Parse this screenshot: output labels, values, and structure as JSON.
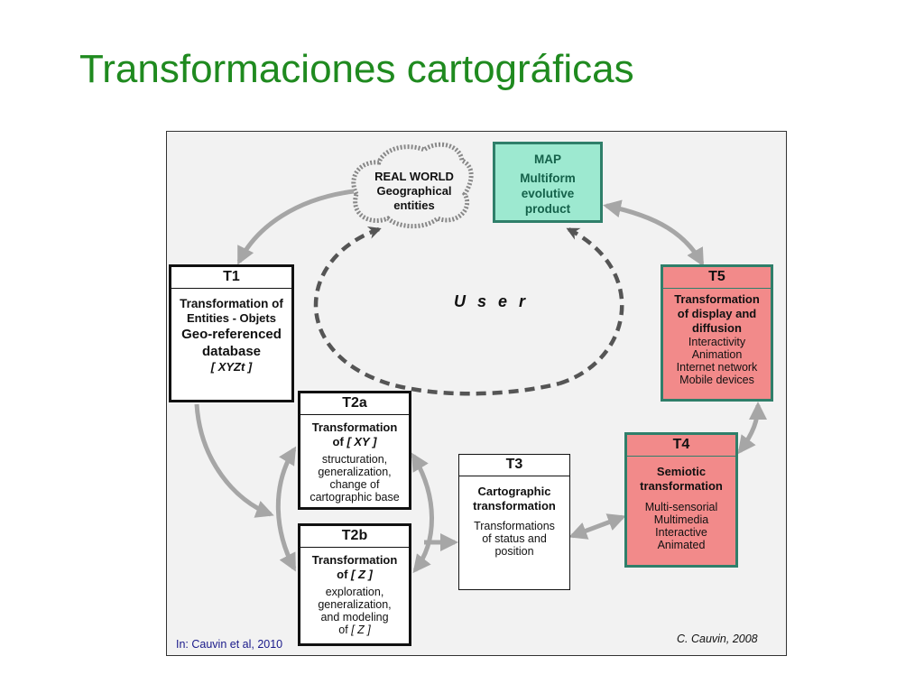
{
  "slide": {
    "title": "Transformaciones cartográficas"
  },
  "real_world": {
    "line1": "REAL WORLD",
    "line2": "Geographical",
    "line3": "entities"
  },
  "map": {
    "line1": "MAP",
    "line2": "Multiform",
    "line3": "evolutive",
    "line4": "product"
  },
  "user": {
    "label": "U s e r"
  },
  "t1": {
    "header": "T1",
    "line1": "Transformation of",
    "line2": "Entities - Objets",
    "line3": "Geo-referenced",
    "line4": "database",
    "line5": "[ XYZt ]"
  },
  "t2a": {
    "header": "T2a",
    "line1": "Transformation",
    "line2a": "of ",
    "line2b": "[ XY ]",
    "line3": "structuration,",
    "line4": "generalization,",
    "line5": "change of",
    "line6": "cartographic base"
  },
  "t2b": {
    "header": "T2b",
    "line1": "Transformation",
    "line2a": "of ",
    "line2b": "[ Z ]",
    "line3": "exploration,",
    "line4": "generalization,",
    "line5": "and modeling",
    "line6a": "of ",
    "line6b": "[ Z ]"
  },
  "t3": {
    "header": "T3",
    "line1": "Cartographic",
    "line2": "transformation",
    "line3": "Transformations",
    "line4": "of status and",
    "line5": "position"
  },
  "t4": {
    "header": "T4",
    "line1": "Semiotic",
    "line2": "transformation",
    "line3": "Multi-sensorial",
    "line4": "Multimedia",
    "line5": "Interactive",
    "line6": "Animated"
  },
  "t5": {
    "header": "T5",
    "line1": "Transformation",
    "line2": "of display and",
    "line3": "diffusion",
    "line4": "Interactivity",
    "line5": "Animation",
    "line6": "Internet network",
    "line7": "Mobile devices"
  },
  "citations": {
    "left": "In: Cauvin et al, 2010",
    "right": "C. Cauvin, 2008"
  },
  "colors": {
    "title": "#1f8a1f",
    "map_fill": "#9de9d0",
    "map_border": "#2f7f6a",
    "t4_t5_fill": "#f28a8a",
    "arrow": "#a6a6a6",
    "user_loop": "#555555"
  }
}
